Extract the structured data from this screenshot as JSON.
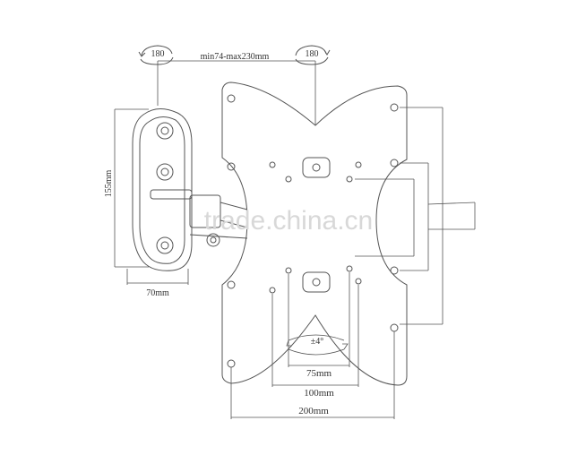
{
  "labels": {
    "rotate_left": "180",
    "rotate_right": "180",
    "extension": "min74-max230mm",
    "height": "155mm",
    "width": "70mm",
    "tilt": "±4°",
    "dim_75": "75mm",
    "dim_100": "100mm",
    "dim_200": "200mm"
  },
  "watermark": "trade.china.cn",
  "colors": {
    "line": "#555555",
    "watermark": "#d8d8d8"
  }
}
